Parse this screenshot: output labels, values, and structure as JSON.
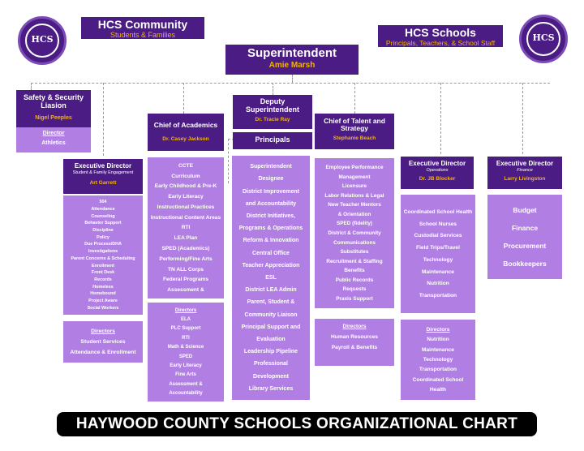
{
  "community": {
    "title": "HCS Community",
    "subtitle": "Students & Families"
  },
  "schools": {
    "title": "HCS Schools",
    "subtitle": "Principals, Teachers, & School Staff"
  },
  "superintendent": {
    "title": "Superintendent",
    "name": "Amie Marsh"
  },
  "safety": {
    "title": "Safety & Security Liasion",
    "name": "Nigel Peeples",
    "director_label": "Director",
    "director_item": "Athletics"
  },
  "deputy": {
    "title": "Deputy Superintendent",
    "name": "Dr. Tracie Ray",
    "principals": "Principals"
  },
  "academics": {
    "title": "Chief of Academics",
    "name": "Dr. Casey Jackson",
    "items": [
      "CCTE",
      "Curriculum",
      "Early Childhood & Pre-K",
      "Early Literacy",
      "Instructional Practices",
      "Instructional Content Areas",
      "RTI",
      "LEA Plan",
      "SPED (Academics)",
      "Performing/Fine Arts",
      "TN ALL Corps",
      "Federal Programs",
      "Assessment &"
    ],
    "directors_label": "Directors",
    "directors": [
      "ELA",
      "PLC Support",
      "RTI",
      "Math & Science",
      "SPED",
      "Early Literacy",
      "Fine Arts",
      "Assessment &",
      "Accountability"
    ]
  },
  "student_engagement": {
    "title": "Executive Director",
    "subtitle": "Student & Family Engagement",
    "name": "Art Garrett",
    "items": [
      "504",
      "Attendance",
      "Counseling",
      "Behavior Support",
      "Discipline",
      "Policy",
      "Due Process/DHA",
      "Investigations",
      "Parent Concerns & Scheduling",
      "Enrollment",
      "Front Desk",
      "Records",
      "Homeless",
      "Homebound",
      "Project Aware",
      "Social Workers"
    ],
    "directors_label": "Directors",
    "directors": [
      "Student Services",
      "Attendance & Enrollment"
    ]
  },
  "superintendent_designee": {
    "items": [
      "Superintendent",
      "Designee",
      "District Improvement",
      "and Accountability",
      "District Initiatives,",
      "Programs & Operations",
      "Reform & Innovation",
      "Central Office",
      "Teacher Appreciation",
      "ESL",
      "District LEA Admin",
      "Parent, Student &",
      "Community Liaison",
      "Principal Support and",
      "Evaluation",
      "Leadership Pipeline",
      "Professional",
      "Development",
      "Library Services"
    ]
  },
  "talent": {
    "title": "Chief of Talent and Strategy",
    "name": "Stephanie Beach",
    "items": [
      "Employee Performance",
      "Management",
      "Licensure",
      "Labor Relations & Legal",
      "New Teacher Mentors",
      "& Orientation",
      "SPED (fidelity)",
      "District & Community",
      "Communications",
      "Substitutes",
      "Recruitment & Staffing",
      "Benefits",
      "Public Records",
      "Requests",
      "Praxis Support"
    ],
    "directors_label": "Directors",
    "directors": [
      "Human Resources",
      "Payroll & Benefits"
    ]
  },
  "operations": {
    "title": "Executive Director",
    "subtitle": "Operations",
    "name": "Dr. JB Blocker",
    "items": [
      "Coordinated School Health",
      "School Nurses",
      "Custodial Services",
      "Field Trips/Travel",
      "Technology",
      "Maintenance",
      "Nutrition",
      "Transportation"
    ],
    "directors_label": "Directors",
    "directors": [
      "Nutrition",
      "Maintenance",
      "Technology",
      "Transportation",
      "Coordinated School",
      "Health"
    ]
  },
  "finance": {
    "title": "Executive Director",
    "subtitle": "Finance",
    "name": "Larry Livingston",
    "items": [
      "Budget",
      "Finance",
      "Procurement",
      "Bookkeepers"
    ]
  },
  "seal_text": "HCS",
  "footer": "HAYWOOD COUNTY SCHOOLS ORGANIZATIONAL CHART"
}
